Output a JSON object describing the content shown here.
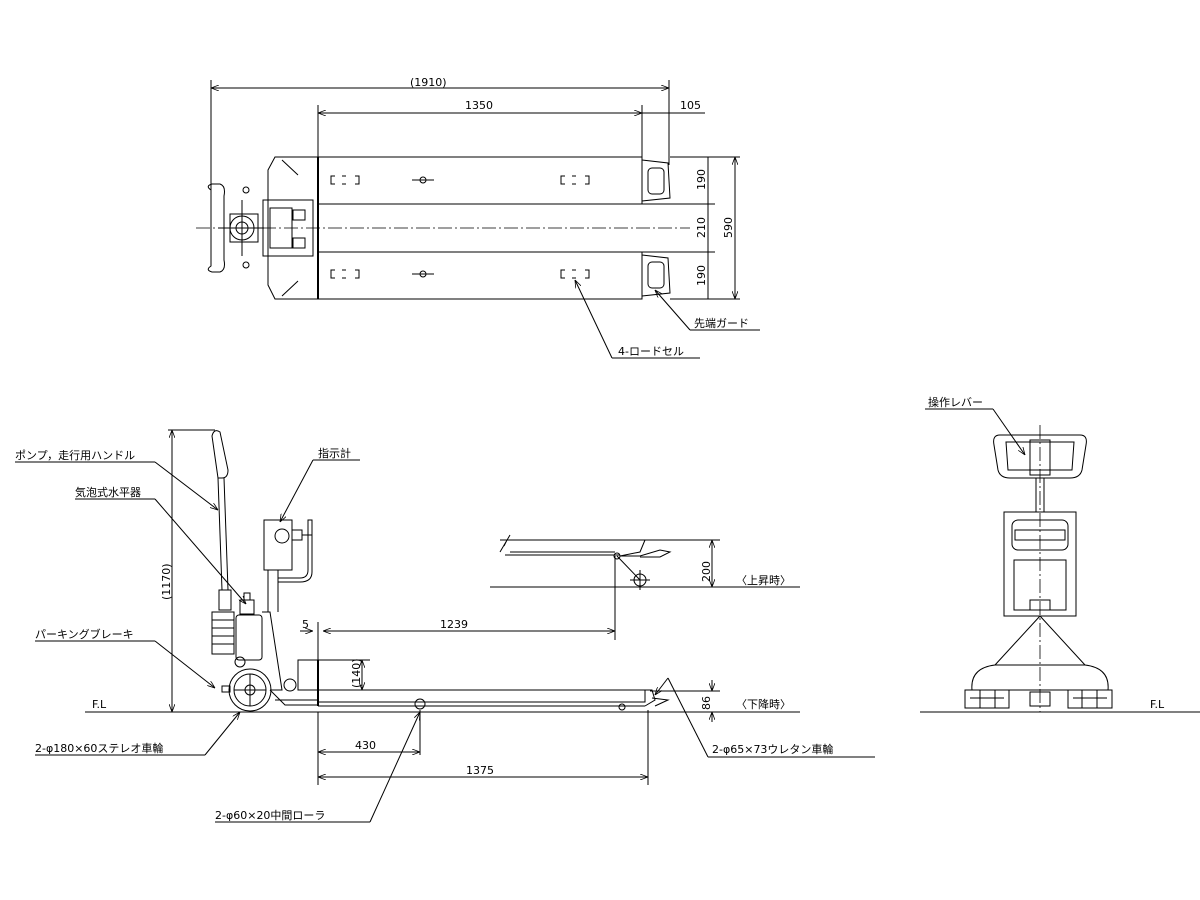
{
  "top_view": {
    "dim_overall": "(1910)",
    "dim_fork_length": "1350",
    "dim_tip": "105",
    "dim_fork_width_upper": "190",
    "dim_fork_gap": "210",
    "dim_fork_width_lower": "190",
    "dim_total_width": "590",
    "label_tip_guard": "先端ガード",
    "label_load_cell": "4-ロードセル"
  },
  "side_view": {
    "label_handle": "ポンプ，走行用ハンドル",
    "label_level": "気泡式水平器",
    "label_indicator": "指示計",
    "label_parking_brake": "パーキングブレーキ",
    "dim_height": "(1170)",
    "floor_label": "F.L",
    "dim_offset": "5",
    "dim_1239": "1239",
    "dim_140": "(140)",
    "dim_lift": "200",
    "label_raised": "〈上昇時〉",
    "dim_lowered": "86",
    "label_lowered": "〈下降時〉",
    "dim_430": "430",
    "dim_1375": "1375",
    "label_steer_wheel": "2-φ180×60ステレオ車輪",
    "label_load_wheel": "2-φ65×73ウレタン車輪",
    "label_roller": "2-φ60×20中間ローラ"
  },
  "front_view": {
    "label_lever": "操作レバー",
    "floor_label": "F.L"
  }
}
